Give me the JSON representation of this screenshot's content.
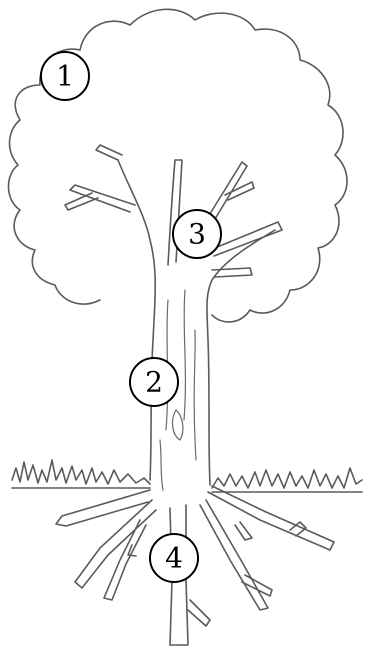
{
  "labels": {
    "crown": "1",
    "trunk": "2",
    "branches": "3",
    "roots": "4"
  }
}
